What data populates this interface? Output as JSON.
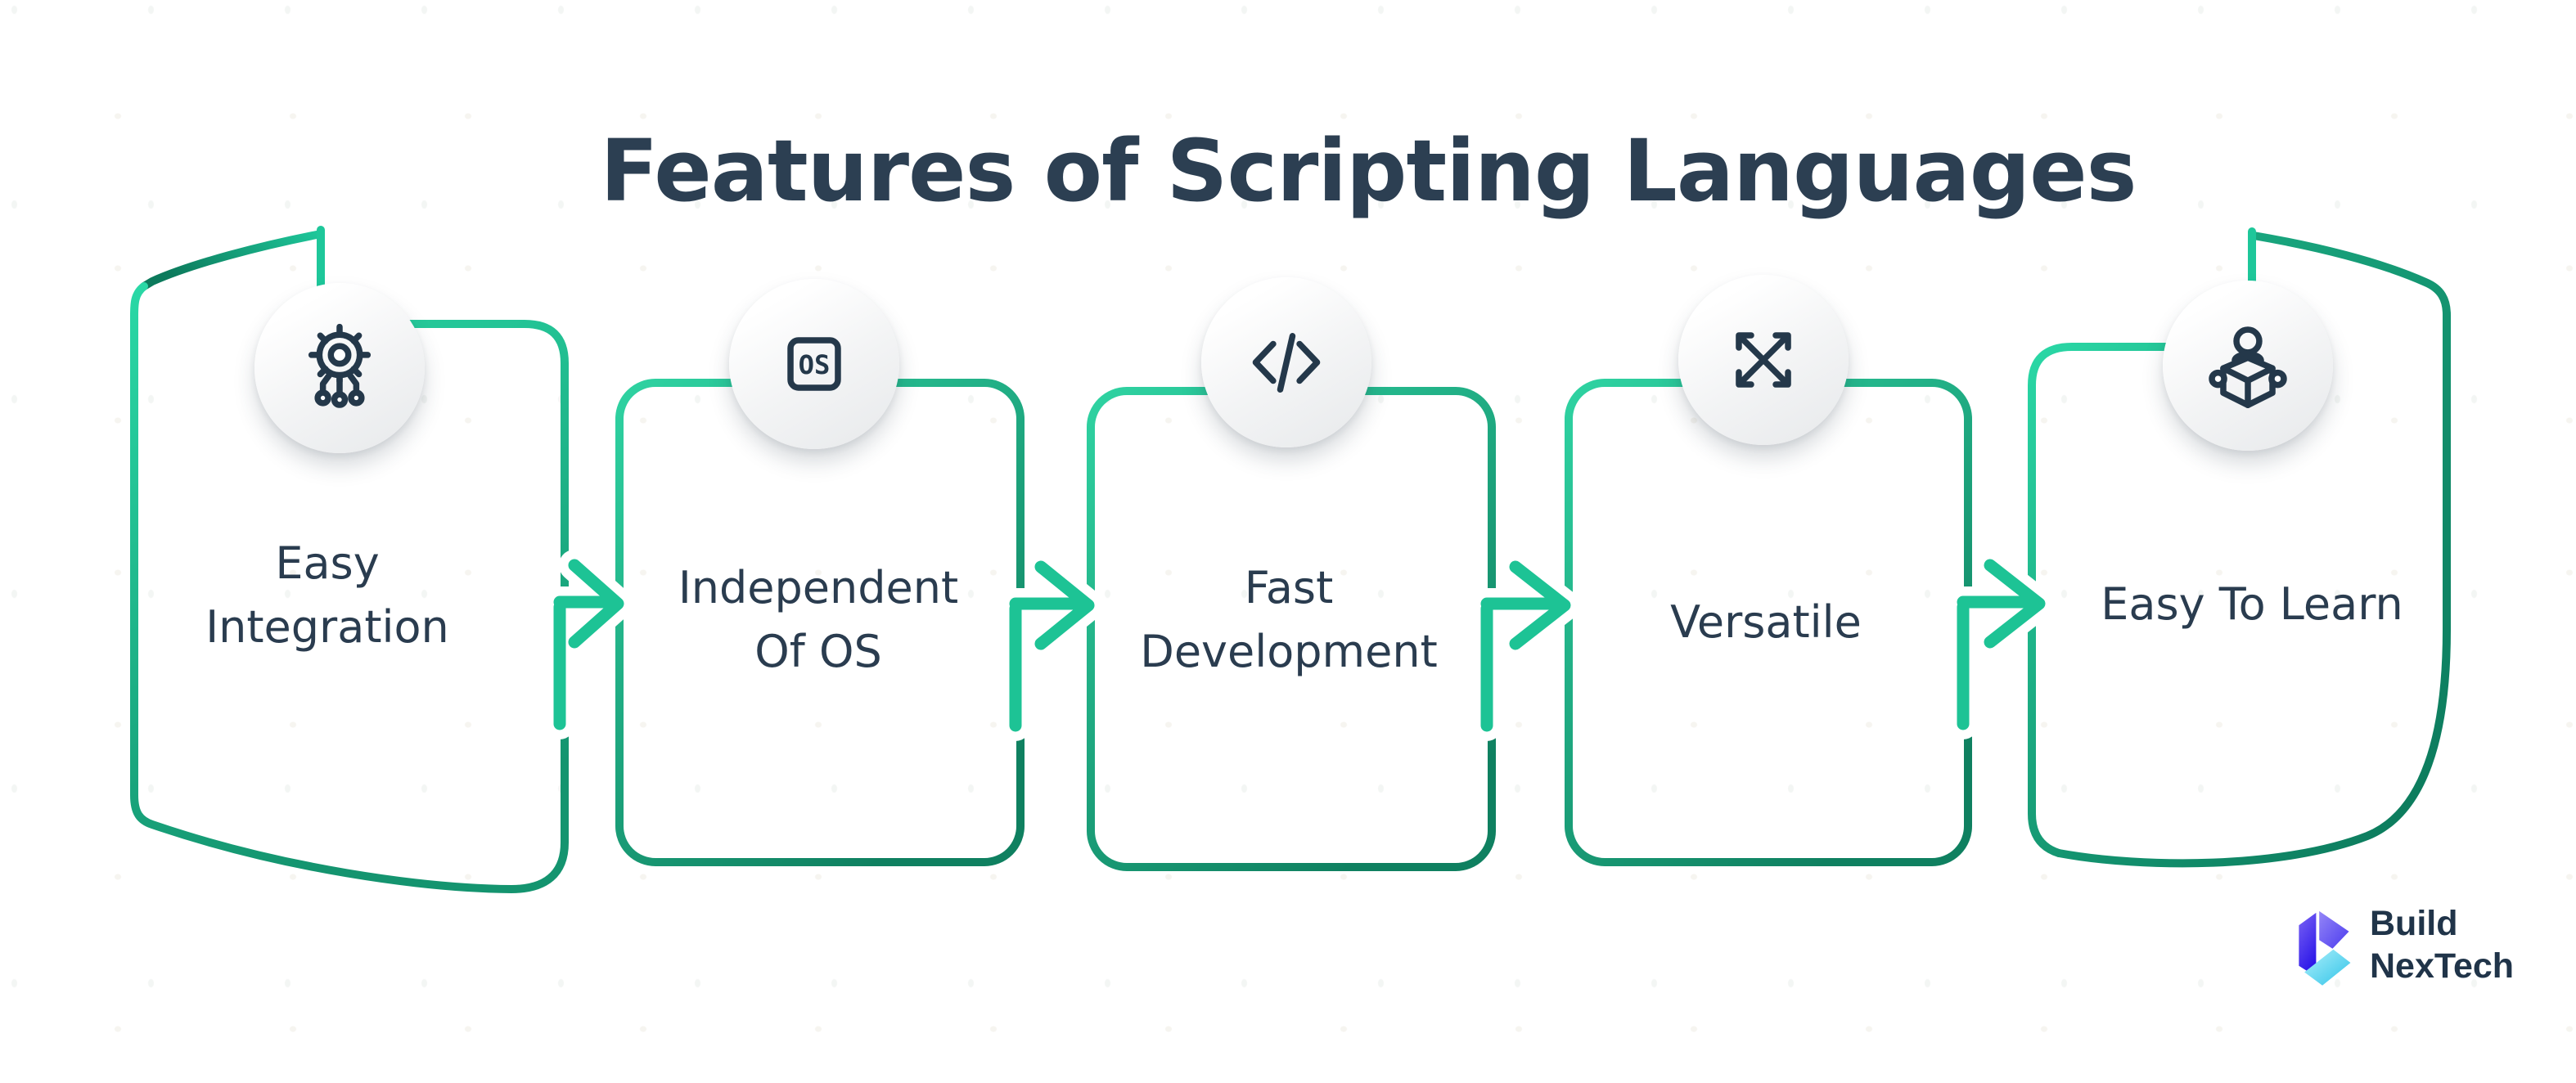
{
  "title": "Features of Scripting Languages",
  "features": [
    {
      "label": "Easy Integration",
      "icon": "gear-network-icon"
    },
    {
      "label": "Independent Of OS",
      "icon": "os-badge-icon",
      "badge_text": "OS"
    },
    {
      "label": "Fast Development",
      "icon": "code-icon"
    },
    {
      "label": "Versatile",
      "icon": "expand-arrows-icon"
    },
    {
      "label": "Easy To Learn",
      "icon": "person-reading-icon"
    }
  ],
  "logo": {
    "brand_line1": "Build",
    "brand_line2": "NexTech"
  },
  "colors": {
    "accent_green": "#1ec79a",
    "accent_green_dark": "#0e7f60",
    "text_navy": "#2a3c4f",
    "icon_navy": "#24384a",
    "logo_purple": "#4b3bee",
    "logo_cyan": "#45d0ef"
  }
}
